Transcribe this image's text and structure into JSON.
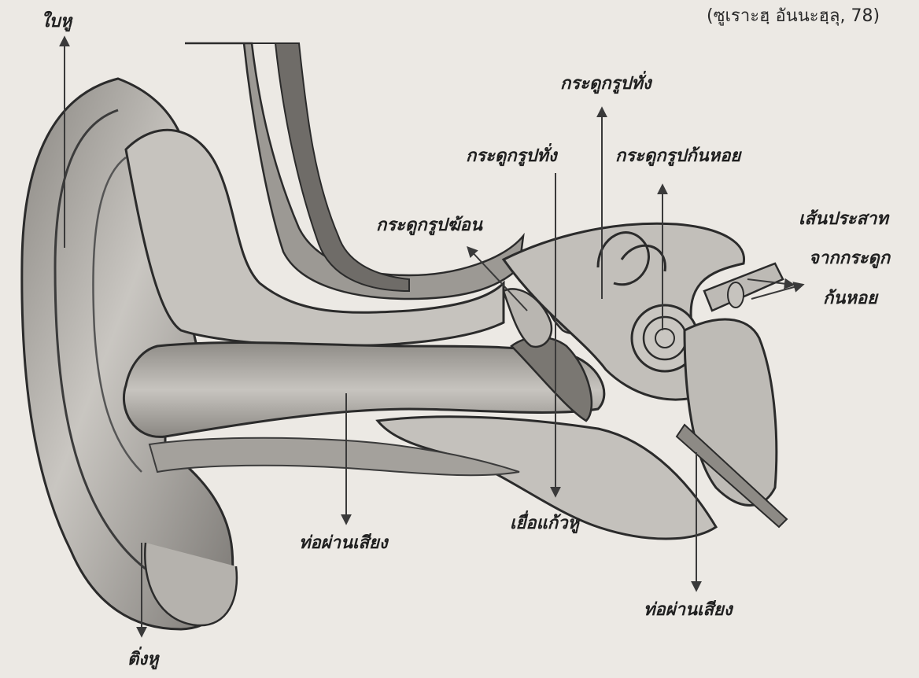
{
  "source_note": "(ซูเราะฮฺ อันนะฮฺลุ, 78)",
  "labels": {
    "pinna": "ใบหู",
    "earlobe": "ติ่งหู",
    "ear_canal_center": "ท่อผ่านเสียง",
    "ear_canal_right": "ท่อผ่านเสียง",
    "eardrum": "เยื่อแก้วหู",
    "malleus": "กระดูกรูปฆ้อน",
    "incus": "กระดูกรูปทั่ง",
    "stapes": "กระดูกรูปทั่ง",
    "cochlea": "กระดูกรูปก้นหอย",
    "nerve_line1": "เส้นประสาท",
    "nerve_line2": "จากกระดูก",
    "nerve_line3": "ก้นหอย"
  },
  "colors": {
    "background": "#ece9e4",
    "outline": "#2b2b2b",
    "skin_light": "#d8d5d0",
    "skin_mid": "#a9a6a1",
    "skin_dark": "#6e6b67",
    "bone": "#c4c1bb",
    "canal": "#bdbab5"
  }
}
